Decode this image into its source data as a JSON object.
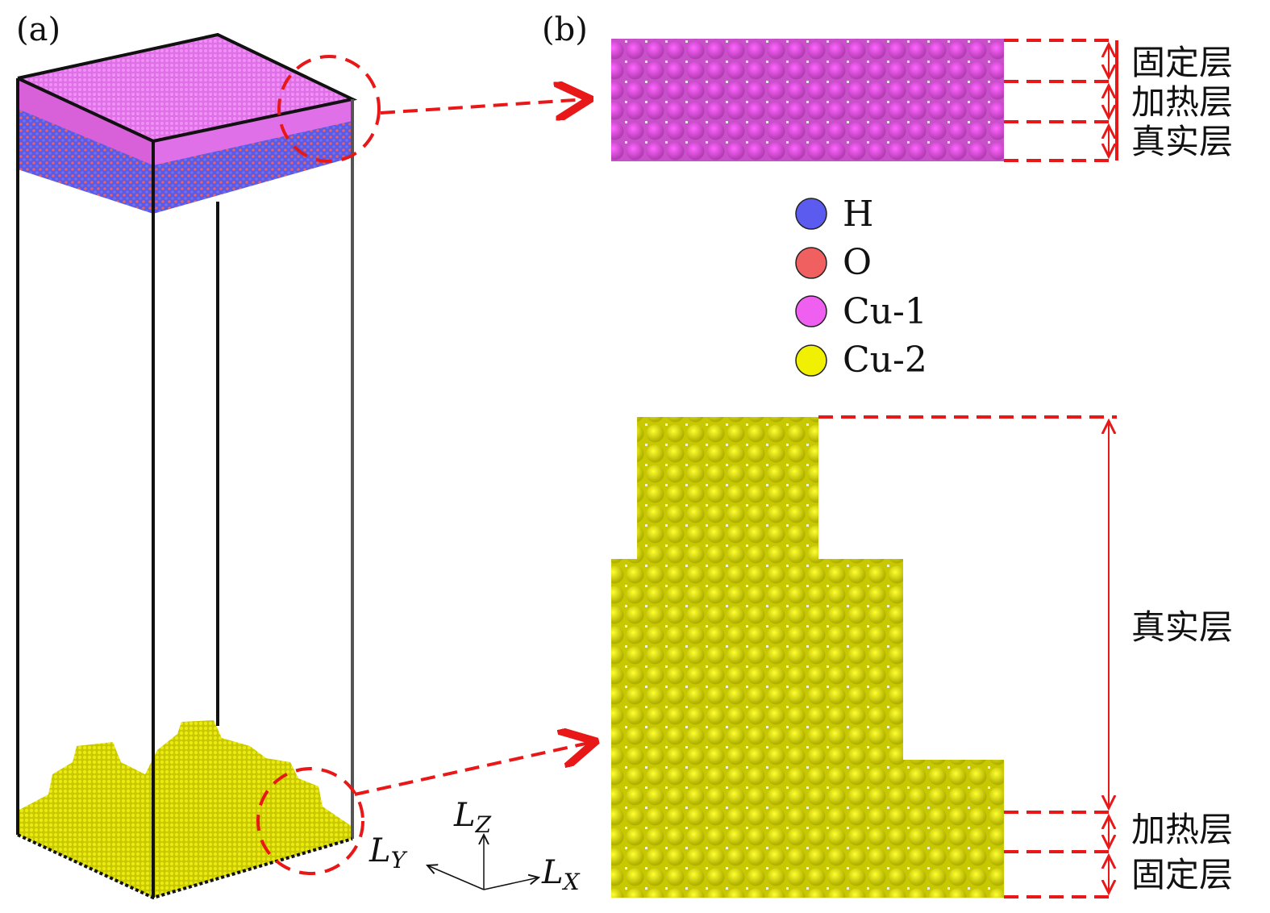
{
  "panels": {
    "a": "(a)",
    "b": "(b)"
  },
  "top_layers": [
    "固定层",
    "加热层",
    "真实层"
  ],
  "bottom_layers": {
    "real": "真实层",
    "heat": "加热层",
    "fixed": "固定层"
  },
  "legend": [
    {
      "label": "H",
      "color": "#5b5bf0"
    },
    {
      "label": "O",
      "color": "#f06060"
    },
    {
      "label": "Cu-1",
      "color": "#f060f0"
    },
    {
      "label": "Cu-2",
      "color": "#f0f000"
    }
  ],
  "axes": {
    "z": "L",
    "z_sub": "Z",
    "y": "L",
    "y_sub": "Y",
    "x": "L",
    "x_sub": "X"
  },
  "colors": {
    "accent": "#e81818",
    "cu1": "#e060e8",
    "cu2": "#e6e600",
    "h": "#5b5bf0",
    "o": "#f06060"
  }
}
